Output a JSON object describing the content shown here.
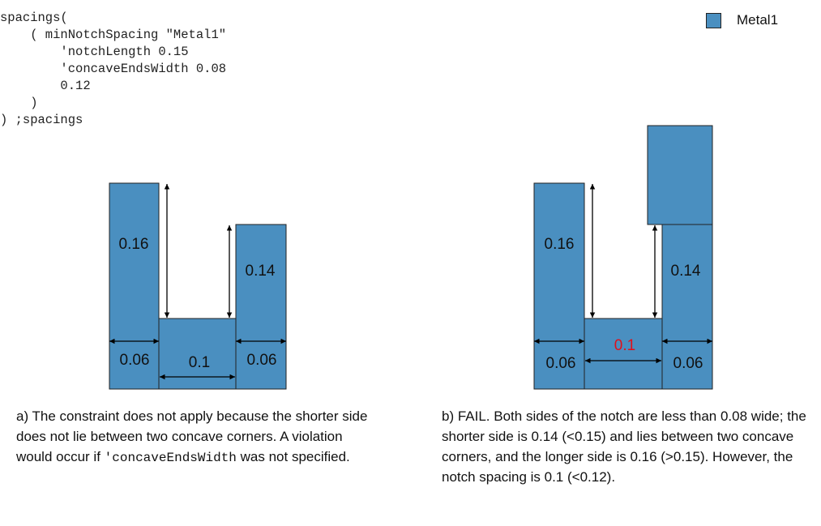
{
  "code": {
    "lines": [
      "spacings(",
      "    ( minNotchSpacing \"Metal1\"",
      "        'notchLength 0.15",
      "        'concaveEndsWidth 0.08",
      "        0.12",
      "    )",
      ") ;spacings"
    ]
  },
  "legend": {
    "label": "Metal1",
    "color": "#4a8fc0"
  },
  "diagram_a": {
    "left_height": "0.16",
    "right_height": "0.14",
    "left_width": "0.06",
    "notch_width": "0.1",
    "right_width": "0.06"
  },
  "diagram_b": {
    "left_height": "0.16",
    "right_height": "0.14",
    "left_width": "0.06",
    "notch_width": "0.1",
    "right_width": "0.06",
    "notch_color": "#e0101a"
  },
  "captions": {
    "a_text1": "a) The constraint does not apply because the shorter side does not lie between two concave corners. A violation would occur if",
    "a_code": "'concaveEndsWidth",
    "a_text2": " was not specified.",
    "b": "b) FAIL. Both sides of the notch are less than 0.08 wide; the shorter side is 0.14 (<0.15) and lies between two concave corners, and the longer side is 0.16 (>0.15). However, the notch spacing is 0.1 (<0.12)."
  }
}
